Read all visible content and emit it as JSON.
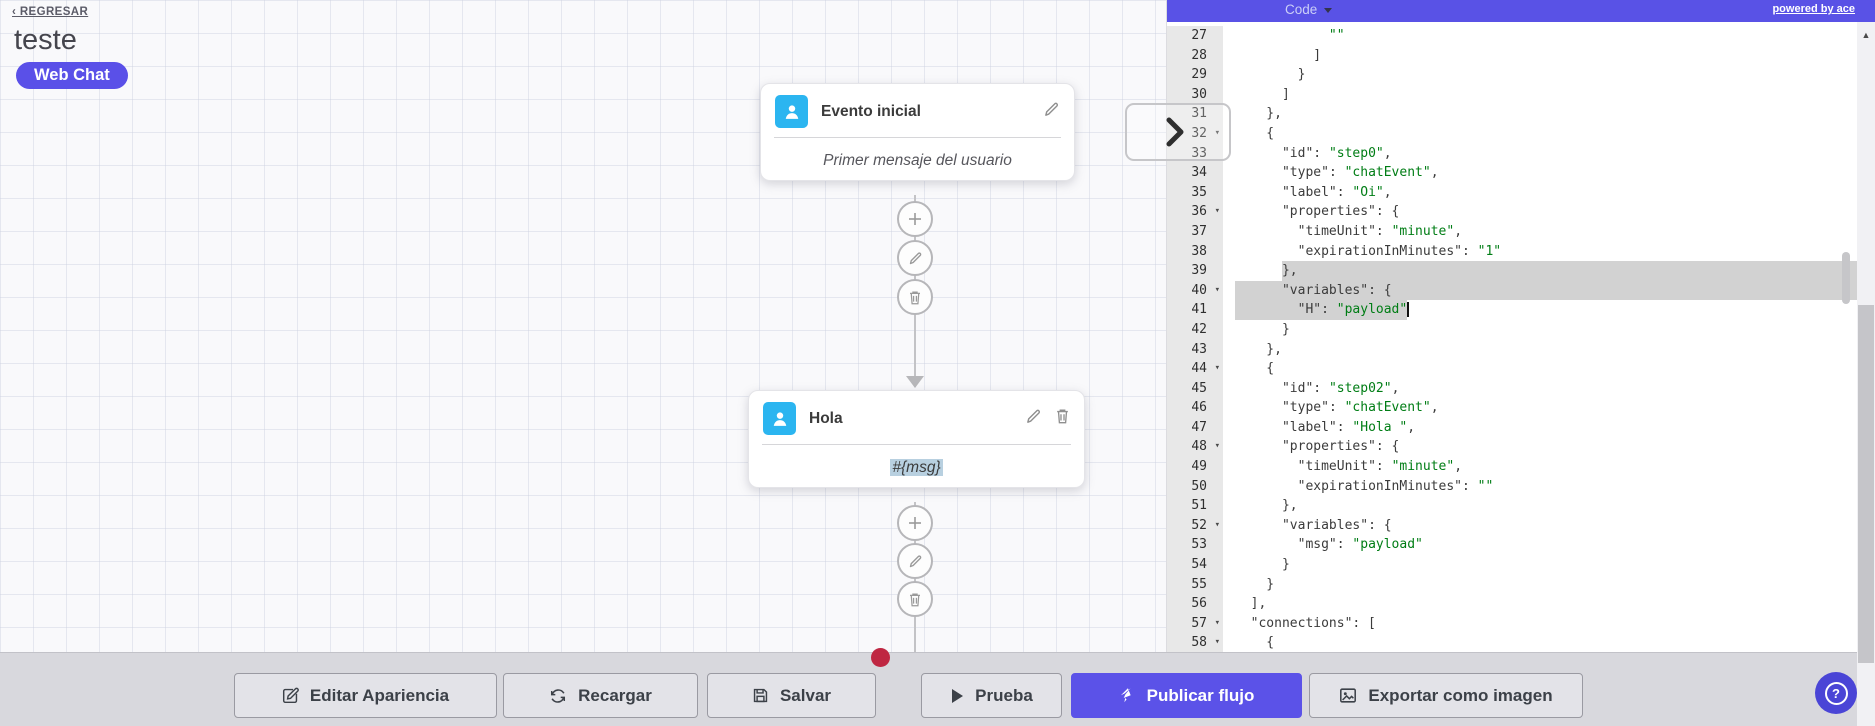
{
  "canvas": {
    "back_link": "‹ REGRESAR",
    "title": "teste",
    "channel_badge": "Web Chat",
    "nodes": [
      {
        "title": "Evento inicial",
        "body": "Primer mensaje del usuario"
      },
      {
        "title": "Hola",
        "body": "#{msg}"
      }
    ]
  },
  "code_panel": {
    "mode_label": "Code",
    "powered_by": "powered by ace",
    "lines": [
      {
        "n": 27,
        "seg": [
          [
            "p",
            "            "
          ],
          [
            "s",
            "\"\""
          ]
        ]
      },
      {
        "n": 28,
        "seg": [
          [
            "p",
            "          ]"
          ]
        ]
      },
      {
        "n": 29,
        "seg": [
          [
            "p",
            "        }"
          ]
        ]
      },
      {
        "n": 30,
        "seg": [
          [
            "p",
            "      ]"
          ]
        ]
      },
      {
        "n": 31,
        "seg": [
          [
            "p",
            "    },"
          ]
        ]
      },
      {
        "n": 32,
        "f": true,
        "seg": [
          [
            "p",
            "    {"
          ]
        ]
      },
      {
        "n": 33,
        "seg": [
          [
            "p",
            "      "
          ],
          [
            "k",
            "\"id\""
          ],
          [
            "p",
            ": "
          ],
          [
            "s",
            "\"step0\""
          ],
          [
            "p",
            ","
          ]
        ]
      },
      {
        "n": 34,
        "seg": [
          [
            "p",
            "      "
          ],
          [
            "k",
            "\"type\""
          ],
          [
            "p",
            ": "
          ],
          [
            "s",
            "\"chatEvent\""
          ],
          [
            "p",
            ","
          ]
        ]
      },
      {
        "n": 35,
        "seg": [
          [
            "p",
            "      "
          ],
          [
            "k",
            "\"label\""
          ],
          [
            "p",
            ": "
          ],
          [
            "s",
            "\"Oi\""
          ],
          [
            "p",
            ","
          ]
        ]
      },
      {
        "n": 36,
        "f": true,
        "seg": [
          [
            "p",
            "      "
          ],
          [
            "k",
            "\"properties\""
          ],
          [
            "p",
            ": {"
          ]
        ]
      },
      {
        "n": 37,
        "seg": [
          [
            "p",
            "        "
          ],
          [
            "k",
            "\"timeUnit\""
          ],
          [
            "p",
            ": "
          ],
          [
            "s",
            "\"minute\""
          ],
          [
            "p",
            ","
          ]
        ]
      },
      {
        "n": 38,
        "seg": [
          [
            "p",
            "        "
          ],
          [
            "k",
            "\"expirationInMinutes\""
          ],
          [
            "p",
            ": "
          ],
          [
            "s",
            "\"1\""
          ]
        ]
      },
      {
        "n": 39,
        "sel": {
          "from": 6,
          "to": "edge"
        },
        "seg": [
          [
            "p",
            "      },"
          ]
        ]
      },
      {
        "n": 40,
        "f": true,
        "sel": {
          "from": 0,
          "to": "edge"
        },
        "seg": [
          [
            "p",
            "      "
          ],
          [
            "k",
            "\"variables\""
          ],
          [
            "p",
            ": {"
          ]
        ]
      },
      {
        "n": 41,
        "sel": {
          "from": 0,
          "to": "text"
        },
        "c": true,
        "seg": [
          [
            "p",
            "        "
          ],
          [
            "k",
            "\"H\""
          ],
          [
            "p",
            ": "
          ],
          [
            "s",
            "\"payload\""
          ]
        ]
      },
      {
        "n": 42,
        "seg": [
          [
            "p",
            "      }"
          ]
        ]
      },
      {
        "n": 43,
        "seg": [
          [
            "p",
            "    },"
          ]
        ]
      },
      {
        "n": 44,
        "f": true,
        "seg": [
          [
            "p",
            "    {"
          ]
        ]
      },
      {
        "n": 45,
        "seg": [
          [
            "p",
            "      "
          ],
          [
            "k",
            "\"id\""
          ],
          [
            "p",
            ": "
          ],
          [
            "s",
            "\"step02\""
          ],
          [
            "p",
            ","
          ]
        ]
      },
      {
        "n": 46,
        "seg": [
          [
            "p",
            "      "
          ],
          [
            "k",
            "\"type\""
          ],
          [
            "p",
            ": "
          ],
          [
            "s",
            "\"chatEvent\""
          ],
          [
            "p",
            ","
          ]
        ]
      },
      {
        "n": 47,
        "seg": [
          [
            "p",
            "      "
          ],
          [
            "k",
            "\"label\""
          ],
          [
            "p",
            ": "
          ],
          [
            "s",
            "\"Hola \""
          ],
          [
            "p",
            ","
          ]
        ]
      },
      {
        "n": 48,
        "f": true,
        "seg": [
          [
            "p",
            "      "
          ],
          [
            "k",
            "\"properties\""
          ],
          [
            "p",
            ": {"
          ]
        ]
      },
      {
        "n": 49,
        "seg": [
          [
            "p",
            "        "
          ],
          [
            "k",
            "\"timeUnit\""
          ],
          [
            "p",
            ": "
          ],
          [
            "s",
            "\"minute\""
          ],
          [
            "p",
            ","
          ]
        ]
      },
      {
        "n": 50,
        "seg": [
          [
            "p",
            "        "
          ],
          [
            "k",
            "\"expirationInMinutes\""
          ],
          [
            "p",
            ": "
          ],
          [
            "s",
            "\"\""
          ]
        ]
      },
      {
        "n": 51,
        "seg": [
          [
            "p",
            "      },"
          ]
        ]
      },
      {
        "n": 52,
        "f": true,
        "seg": [
          [
            "p",
            "      "
          ],
          [
            "k",
            "\"variables\""
          ],
          [
            "p",
            ": {"
          ]
        ]
      },
      {
        "n": 53,
        "seg": [
          [
            "p",
            "        "
          ],
          [
            "k",
            "\"msg\""
          ],
          [
            "p",
            ": "
          ],
          [
            "s",
            "\"payload\""
          ]
        ]
      },
      {
        "n": 54,
        "seg": [
          [
            "p",
            "      }"
          ]
        ]
      },
      {
        "n": 55,
        "seg": [
          [
            "p",
            "    }"
          ]
        ]
      },
      {
        "n": 56,
        "seg": [
          [
            "p",
            "  ],"
          ]
        ]
      },
      {
        "n": 57,
        "f": true,
        "seg": [
          [
            "p",
            "  "
          ],
          [
            "k",
            "\"connections\""
          ],
          [
            "p",
            ": ["
          ]
        ]
      },
      {
        "n": 58,
        "f": true,
        "seg": [
          [
            "p",
            "    {"
          ]
        ]
      }
    ]
  },
  "toolbar": {
    "buttons": [
      {
        "label": "Editar Apariencia"
      },
      {
        "label": "Recargar"
      },
      {
        "label": "Salvar"
      },
      {
        "label": "Prueba"
      },
      {
        "label": "Publicar flujo"
      },
      {
        "label": "Exportar como imagen"
      }
    ]
  },
  "help_label": "?",
  "colors": {
    "accent": "#5b52e8",
    "node_icon_blue": "#2bb5f0",
    "code_string": "#007d15",
    "selection": "#d2d2d2",
    "red_dot": "#bf2742",
    "msg_highlight": "#b8d0e0"
  }
}
